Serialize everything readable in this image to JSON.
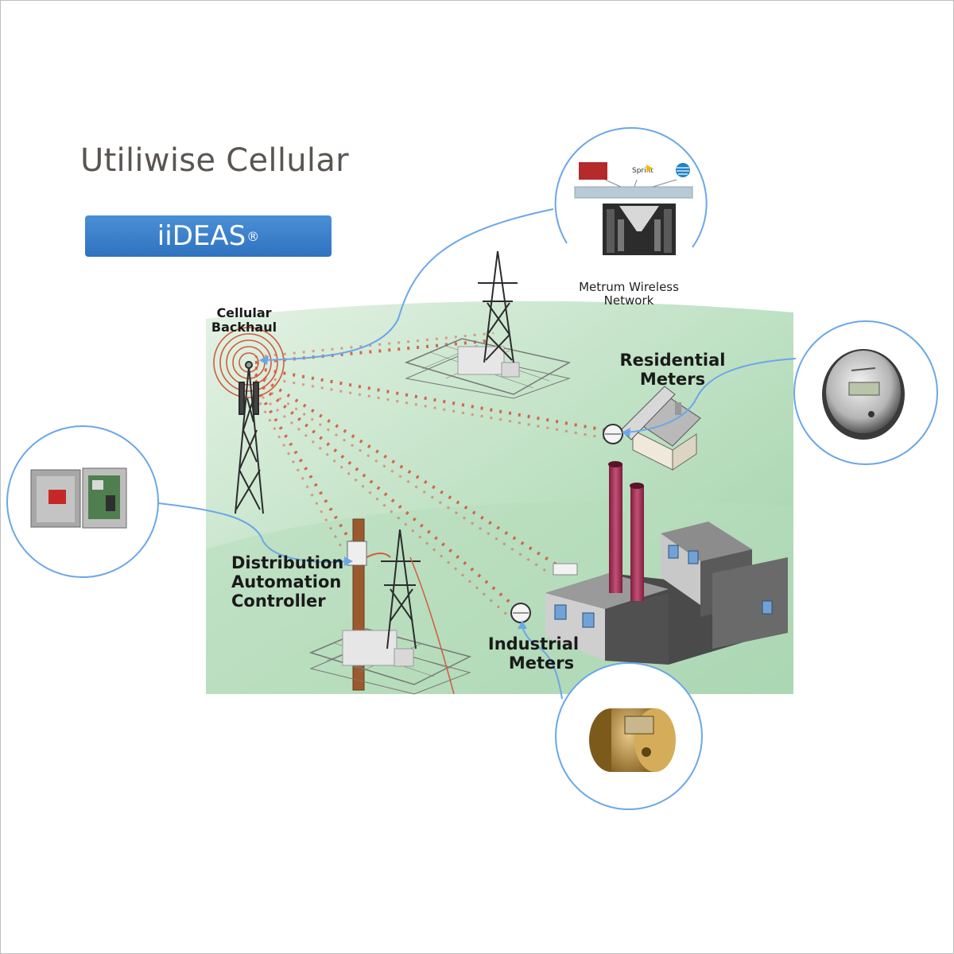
{
  "header": {
    "title": "Utiliwise Cellular",
    "brand": "iiDEAS",
    "brand_mark": "®"
  },
  "labels": {
    "cellular_backhaul": [
      "Cellular",
      "Backhaul"
    ],
    "metrum_network": [
      "Metrum Wireless",
      "Network"
    ],
    "residential_meters": [
      "Residential",
      "Meters"
    ],
    "distribution_controller": [
      "Distribution",
      "Automation",
      "Controller"
    ],
    "industrial_meters": [
      "Industrial",
      "Meters"
    ]
  },
  "carriers": [
    "Verizon",
    "Sprint",
    "AT&T"
  ],
  "colors": {
    "accent_blue": "#3d80d0",
    "callout_line": "#6aa7e8",
    "signal": "#d25a3e",
    "field_green": "#c7e6cc",
    "title_gray": "#5a5551"
  },
  "icons": [
    "cell-tower-icon",
    "transmission-tower-icon",
    "house-icon",
    "factory-icon",
    "utility-pole-icon",
    "data-center-icon",
    "electric-meter-icon",
    "controller-box-icon"
  ]
}
